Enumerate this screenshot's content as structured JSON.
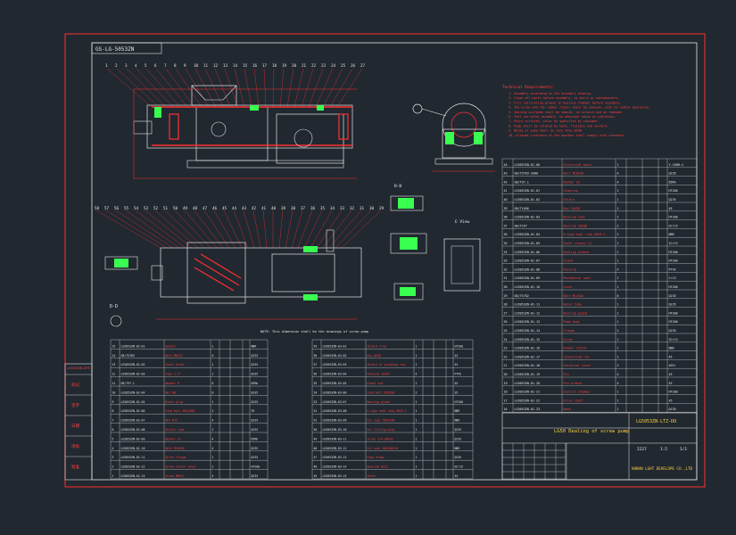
{
  "drawing": {
    "header_code": "GS-LG-5053ZN",
    "main_title": "LG50 Dealing of screw pump",
    "drawing_no": "LG5053ZN-LTZ-DO",
    "company": "HUNAN LGHT DEVELOPE CO.,LTD",
    "section_label": "B-B",
    "view_label": "D-D",
    "hollow_label": "E View",
    "caption": "NOTE: This dimension shall be the drawings of screw pump"
  },
  "left_block": {
    "title": "LG5053ZN-DYE",
    "labels": [
      "标记",
      "签字",
      "日期",
      "审核",
      "批准"
    ]
  },
  "tech_requirements": {
    "title": "Technical Requirements:",
    "lines": [
      "1. Assembly according to the assembly drawing.",
      "2. Clean all parts before assembly, no burrs or contaminants.",
      "3. Fill lubricating grease in bearing chamber before assembly.",
      "4. The screw and the rubber stator shall be coaxial, with no radial deviation.",
      "5. Sealing surfaces shall be smooth, no scratch and no leakage.",
      "6. Test run after assembly, no abnormal noise or vibration.",
      "7. Paint surfaces, color as specified by customer.",
      "8. Pump shall be rotated by hand, flexible and uniform.",
      "9. Noise of pump shall be less than 85dB.",
      "10. Allowed clearance of the gearbox shall comply with standard."
    ]
  },
  "parts_right": [
    [
      "44",
      "LG5053ZN-01-00",
      "Electrical motor",
      "1",
      "",
      "",
      "",
      "Y-160M-4"
    ],
    [
      "43",
      "GB/T5783-2000",
      "Bolt M10X30",
      "4",
      "",
      "",
      "",
      "Q235"
    ],
    [
      "42",
      "GB/T97.1",
      "Washer 10",
      "4",
      "",
      "",
      "",
      "65Mn"
    ],
    [
      "41",
      "LG5053ZN-01-01",
      "Coupling",
      "1",
      "",
      "",
      "",
      "HT200"
    ],
    [
      "40",
      "LG5053ZN-01-02",
      "Shield",
      "1",
      "",
      "",
      "",
      "Q235"
    ],
    [
      "39",
      "GB/T1096",
      "Key 10X56",
      "1",
      "",
      "",
      "",
      "45"
    ],
    [
      "38",
      "LG5053ZN-01-03",
      "Bearing seat",
      "1",
      "",
      "",
      "",
      "HT200"
    ],
    [
      "37",
      "GB/T297",
      "Bearing 30208",
      "2",
      "",
      "",
      "",
      "GCr15"
    ],
    [
      "36",
      "LG5053ZN-01-04",
      "O-type seal ring 60X3.1",
      "2",
      "",
      "",
      "",
      "NBR"
    ],
    [
      "35",
      "LG5053ZN-01-05",
      "Shaft sleeve (1)",
      "1",
      "",
      "",
      "",
      "1Cr13"
    ],
    [
      "34",
      "LG5053ZN-01-06",
      "Sealing sleeve",
      "1",
      "",
      "",
      "",
      "HT200"
    ],
    [
      "33",
      "LG5053ZN-01-07",
      "Gland",
      "1",
      "",
      "",
      "",
      "HT200"
    ],
    [
      "32",
      "LG5053ZN-01-08",
      "Packing",
      "4",
      "",
      "",
      "",
      "PTFE"
    ],
    [
      "31",
      "LG5053ZN-01-09",
      "Mechanical seal",
      "1",
      "",
      "",
      "",
      "Cr13"
    ],
    [
      "30",
      "LG5053ZN-01-10",
      "Cover",
      "1",
      "",
      "",
      "",
      "HT200"
    ],
    [
      "29",
      "GB/T5782",
      "Bolt M12X40",
      "8",
      "",
      "",
      "",
      "Q235"
    ],
    [
      "28",
      "LG5053ZN-01-11",
      "Water tube",
      "1",
      "",
      "",
      "",
      "Q235"
    ],
    [
      "27",
      "LG5053ZN-01-12",
      "Bearing gland",
      "1",
      "",
      "",
      "",
      "HT200"
    ],
    [
      "26",
      "LG5053ZN-01-13",
      "Pump body",
      "1",
      "",
      "",
      "",
      "HT200"
    ],
    [
      "25",
      "LG5053ZN-01-14",
      "Flange",
      "2",
      "",
      "",
      "",
      "Q235"
    ],
    [
      "24",
      "LG5053ZN-01-15",
      "Screw",
      "1",
      "",
      "",
      "",
      "3Cr13"
    ],
    [
      "23",
      "LG5053ZN-01-16",
      "Rubber stator",
      "1",
      "",
      "",
      "",
      "NBR"
    ],
    [
      "22",
      "LG5053ZN-01-17",
      "Connecting rod",
      "1",
      "",
      "",
      "",
      "45"
    ],
    [
      "21",
      "LG5053ZN-01-18",
      "Universal joint",
      "2",
      "",
      "",
      "",
      "40Cr"
    ],
    [
      "20",
      "LG5053ZN-01-19",
      "Pin",
      "4",
      "",
      "",
      "",
      "45"
    ],
    [
      "19",
      "LG5053ZN-01-20",
      "Pin sleeve",
      "4",
      "",
      "",
      "",
      "45"
    ],
    [
      "18",
      "LG5053ZN-01-21",
      "Suction chamber",
      "1",
      "",
      "",
      "",
      "HT200"
    ],
    [
      "17",
      "LG5053ZN-01-22",
      "Drive shaft",
      "1",
      "",
      "",
      "",
      "45"
    ],
    [
      "16",
      "LG5053ZN-01-23",
      "Base",
      "1",
      "",
      "",
      "",
      "Q235"
    ]
  ],
  "parts_bottom_left": [
    [
      "15",
      "LG5053ZN-02-01",
      "Gasket",
      "1",
      "",
      "",
      "",
      "NBR"
    ],
    [
      "14",
      "GB/T5783",
      "Bolt M8X25",
      "6",
      "",
      "",
      "",
      "Q235"
    ],
    [
      "13",
      "LG5053ZN-02-02",
      "Cover plate",
      "1",
      "",
      "",
      "",
      "Q235"
    ],
    [
      "12",
      "LG5053ZN-02-03",
      "Pipe 2.5\"",
      "1",
      "",
      "",
      "",
      "Q235"
    ],
    [
      "11",
      "GB/T97.1",
      "Washer 8",
      "6",
      "",
      "",
      "",
      "65Mn"
    ],
    [
      "10",
      "LG5053ZN-02-04",
      "Nut M8",
      "6",
      "",
      "",
      "",
      "Q235"
    ],
    [
      "9",
      "LG5053ZN-02-05",
      "Drain plug",
      "1",
      "",
      "",
      "",
      "Q235"
    ],
    [
      "8",
      "LG5053ZN-02-06",
      "Stud bolt M12X180",
      "4",
      "",
      "",
      "",
      "35"
    ],
    [
      "7",
      "LG5053ZN-02-07",
      "Nut M12",
      "4",
      "",
      "",
      "",
      "Q235"
    ],
    [
      "6",
      "LG5053ZN-02-08",
      "Outlet tube",
      "1",
      "",
      "",
      "",
      "Q235"
    ],
    [
      "5",
      "LG5053ZN-02-09",
      "Washer 12",
      "4",
      "",
      "",
      "",
      "65Mn"
    ],
    [
      "4",
      "LG5053ZN-02-10",
      "Bolt M16X50",
      "4",
      "",
      "",
      "",
      "Q235"
    ],
    [
      "3",
      "LG5053ZN-02-11",
      "Inlet flange",
      "1",
      "",
      "",
      "",
      "Q235"
    ],
    [
      "2",
      "LG5053ZN-02-12",
      "Screw stator cover",
      "1",
      "",
      "",
      "",
      "HT200"
    ],
    [
      "1",
      "LG5053ZN-02-13",
      "Screw M6X12",
      "4",
      "",
      "",
      "",
      "Q235"
    ]
  ],
  "parts_bottom_mid": [
    [
      "59",
      "LG5053ZN-03-01",
      "Shield ring",
      "1",
      "",
      "",
      "",
      "HT200"
    ],
    [
      "58",
      "LG5053ZN-03-02",
      "Key 8X50",
      "1",
      "",
      "",
      "",
      "45"
    ],
    [
      "57",
      "LG5053ZN-03-03",
      "Shield of grinding rod",
      "1",
      "",
      "",
      "",
      "45"
    ],
    [
      "56",
      "LG5053ZN-03-04",
      "Packing 16X16",
      "4",
      "",
      "",
      "",
      "PTFE"
    ],
    [
      "55",
      "LG5053ZN-03-05",
      "Gland rod",
      "1",
      "",
      "",
      "",
      "45"
    ],
    [
      "54",
      "LG5053ZN-03-06",
      "Stud bolt M12X90",
      "2",
      "",
      "",
      "",
      "35"
    ],
    [
      "53",
      "LG5053ZN-03-07",
      "Bearing gland",
      "1",
      "",
      "",
      "",
      "HT200"
    ],
    [
      "52",
      "LG5053ZN-03-08",
      "O-type seal ring 90X3.1",
      "1",
      "",
      "",
      "",
      "NBR"
    ],
    [
      "51",
      "LG5053ZN-03-09",
      "Oil seal 50X72X8",
      "1",
      "",
      "",
      "",
      "NBR"
    ],
    [
      "50",
      "LG5053ZN-03-10",
      "Oil filling plug",
      "1",
      "",
      "",
      "",
      "Q235"
    ],
    [
      "49",
      "LG5053ZN-03-11",
      "Screw 1/4-20X10",
      "1",
      "",
      "",
      "",
      "Q235"
    ],
    [
      "48",
      "LG5053ZN-03-12",
      "Oil seal 80X100X10",
      "1",
      "",
      "",
      "",
      "NBR"
    ],
    [
      "47",
      "LG5053ZN-03-13",
      "Pipe elbow",
      "1",
      "",
      "",
      "",
      "Q235"
    ],
    [
      "46",
      "LG5053ZN-03-14",
      "Bearing 6212",
      "1",
      "",
      "",
      "",
      "GCr15"
    ],
    [
      "45",
      "LG5053ZN-03-15",
      "Shaft",
      "1",
      "",
      "",
      "",
      "45"
    ]
  ],
  "title_block": {
    "scale_label": "1:5",
    "weight_label": "2227",
    "sheet_label": "1/1"
  }
}
